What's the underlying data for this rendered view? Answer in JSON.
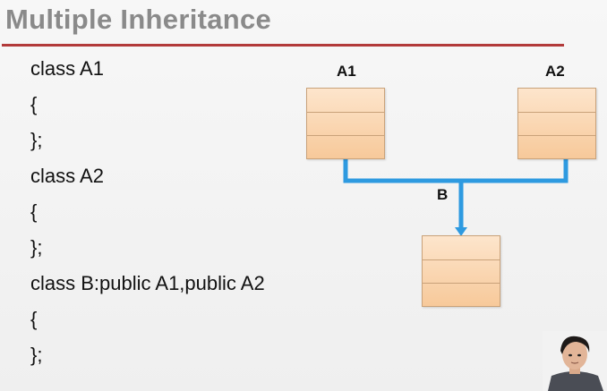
{
  "slide": {
    "title": "Multiple Inheritance",
    "code_lines": [
      "class A1",
      "{",
      "};",
      "class A2",
      "{",
      "};",
      "class B:public A1,public A2",
      "{",
      "};"
    ]
  },
  "diagram": {
    "labels": {
      "a1": "A1",
      "a2": "A2",
      "b": "B"
    }
  },
  "colors": {
    "title": "#8a8a8a",
    "rule": "#b23a3a",
    "box_fill": "#f7c99a",
    "connector": "#2e9ae0"
  }
}
